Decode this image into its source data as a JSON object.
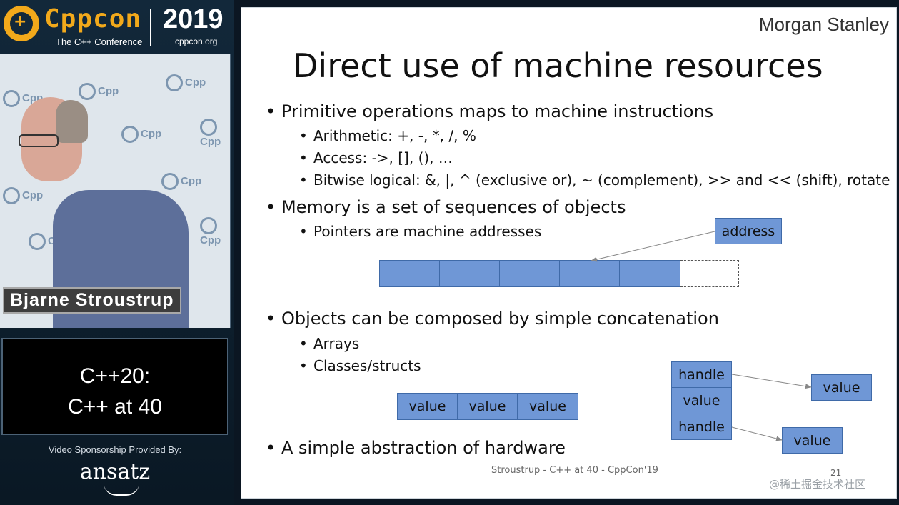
{
  "branding": {
    "logo_text": "Cppcon",
    "tagline": "The C++ Conference",
    "year": "2019",
    "site": "cppcon.org",
    "accent_color": "#f2a91b"
  },
  "video": {
    "speaker_name": "Bjarne Stroustrup",
    "wall_logo_text": "Cpp"
  },
  "session": {
    "line1": "C++20:",
    "line2": "C++ at 40"
  },
  "sponsor": {
    "label": "Video Sponsorship Provided By:",
    "name": "ansatz"
  },
  "slide": {
    "company_logo": "Morgan Stanley",
    "title": "Direct use of machine resources",
    "bullets": [
      {
        "text": "Primitive operations maps to machine instructions",
        "subs": [
          "Arithmetic: +, -, *, /, %",
          "Access: ->, [], (), …",
          "Bitwise logical: &, |, ^ (exclusive or), ~ (complement), >> and  << (shift), rotate"
        ]
      },
      {
        "text": "Memory is a set of sequences of objects",
        "subs": [
          "Pointers are machine addresses"
        ]
      },
      {
        "text": "Objects can be composed by simple concatenation",
        "subs": [
          "Arrays",
          "Classes/structs"
        ]
      },
      {
        "text": "A simple abstraction of hardware",
        "subs": []
      }
    ],
    "diagram": {
      "address_label": "address",
      "value_label": "value",
      "handle_label": "handle",
      "box_color": "#6f97d6"
    },
    "footer": "Stroustrup - C++ at 40 - CppCon'19",
    "page_number": "21"
  },
  "watermark": "@稀土掘金技术社区"
}
